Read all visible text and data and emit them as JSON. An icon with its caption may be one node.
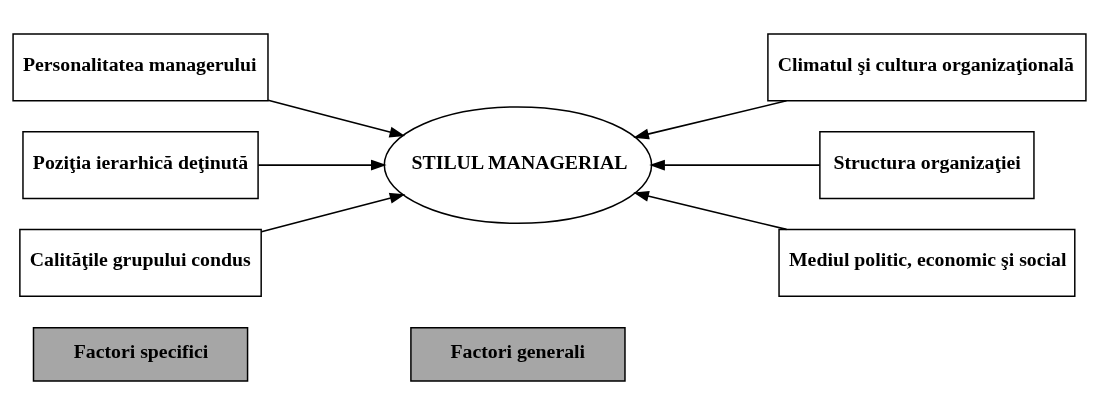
{
  "diagram": {
    "nodes": [
      {
        "text": [
          "Factori specifici"
        ]
      },
      {
        "text": [
          "Factori generali"
        ]
      },
      {
        "text": [
          "Personalitatea managerului"
        ]
      },
      {
        "text": [
          "Poziţia ierarhică deţinută"
        ]
      },
      {
        "text": [
          "Calităţile grupului condus"
        ]
      },
      {
        "text": [
          "STILUL MANAGERIAL"
        ]
      },
      {
        "text": [
          "Climatul şi cultura organizaţională"
        ]
      },
      {
        "text": [
          "Structura organizaţiei"
        ]
      },
      {
        "text": [
          "Mediul politic, economic şi social"
        ]
      }
    ],
    "edges": [
      {
        "from": 2,
        "to": 5,
        "arrow": "to"
      },
      {
        "from": 3,
        "to": 5,
        "arrow": "to"
      },
      {
        "from": 4,
        "to": 5,
        "arrow": "to"
      },
      {
        "from": 6,
        "to": 5,
        "arrow": "to"
      },
      {
        "from": 7,
        "to": 5,
        "arrow": "to"
      },
      {
        "from": 8,
        "to": 5,
        "arrow": "to"
      }
    ]
  }
}
